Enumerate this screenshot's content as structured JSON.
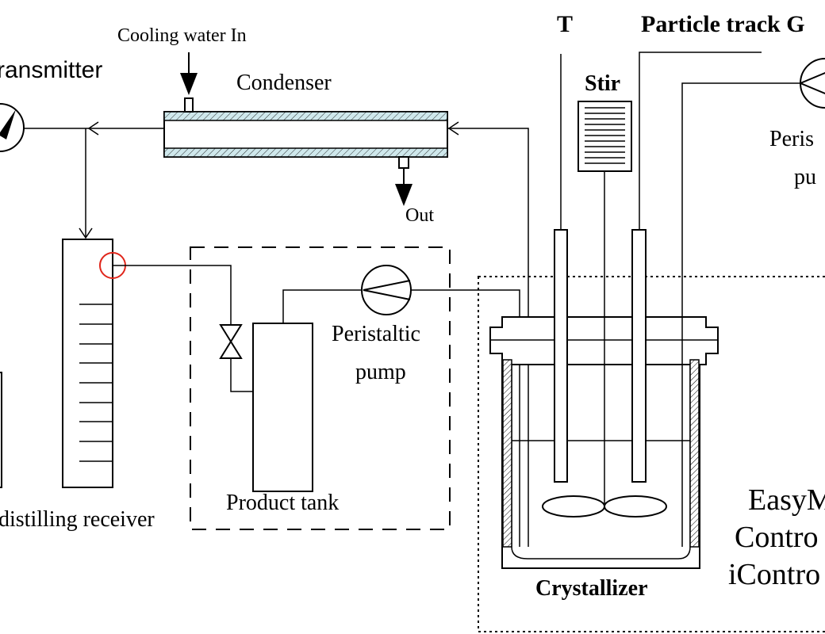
{
  "labels": {
    "cooling_water_in": "Cooling water In",
    "transmitter": "ransmitter",
    "condenser": "Condenser",
    "out": "Out",
    "t": "T",
    "particle_track": "Particle track G",
    "stir": "Stir",
    "peristaltic_pump_right_line1": "Peris",
    "peristaltic_pump_right_line2": "pu",
    "peristaltic_pump_mid_line1": "Peristaltic",
    "peristaltic_pump_mid_line2": "pump",
    "product_tank": "Product tank",
    "distilling_receiver": "distilling receiver",
    "crystallizer": "Crystallizer",
    "easymax_line1": "EasyM",
    "easymax_line2": "Contro",
    "easymax_line3": "iContro"
  },
  "colors": {
    "highlight": "#e0261b",
    "condenser_jacket": "#cfe8ec"
  }
}
